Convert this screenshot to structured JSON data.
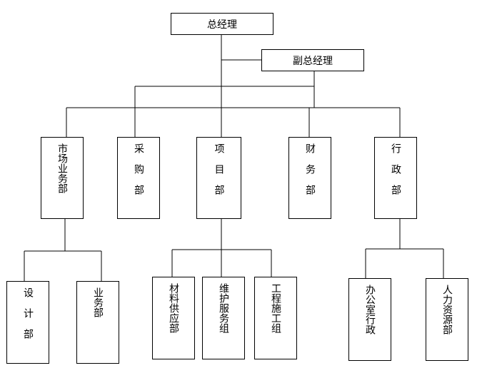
{
  "nodes": {
    "gm": "总经理",
    "vgm": "副总经理",
    "market": "市场业务部",
    "purchase": "采购部",
    "project": "项目部",
    "finance": "财务部",
    "admin": "行政部",
    "design": "设计部",
    "business": "业务部",
    "material": "材料供应部",
    "maintenance": "维护服务组",
    "construction": "工程施工组",
    "office": "办公室行政",
    "hr": "人力资源部"
  }
}
